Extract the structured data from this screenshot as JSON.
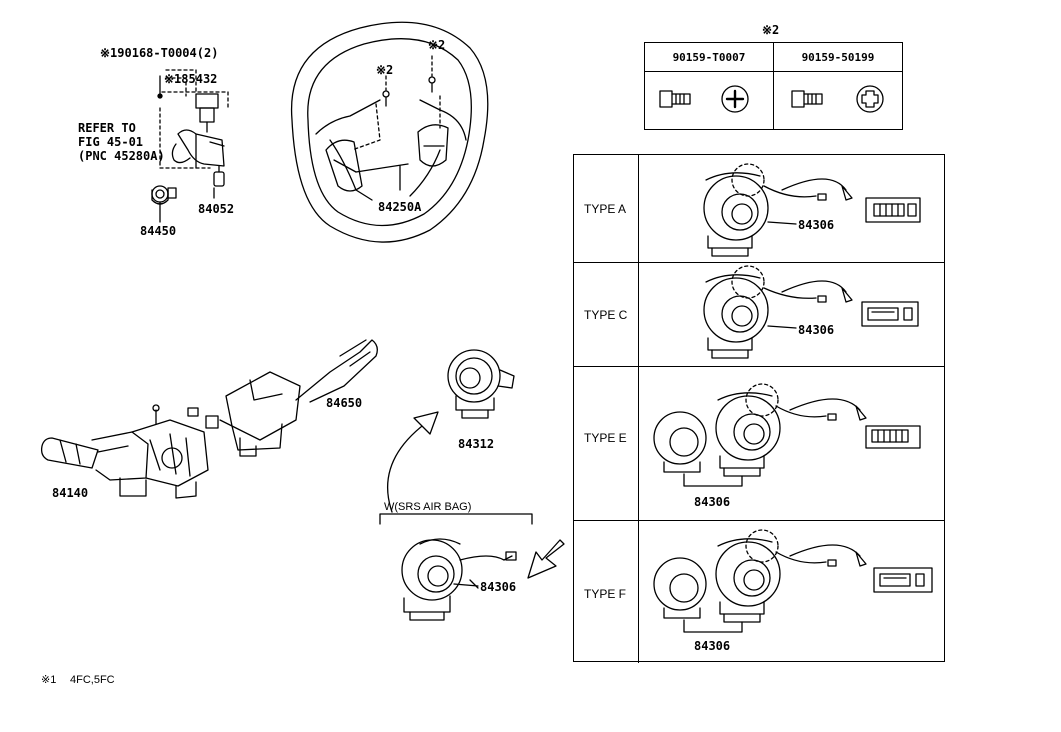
{
  "steering_column_group": {
    "key_cylinder_note": "※190168-T0004(2)",
    "lock_note": "※185432",
    "refer_line1": "REFER TO",
    "refer_line2": "FIG 45-01",
    "refer_line3": "(PNC 45280A)",
    "part_84052": "84052",
    "part_84450": "84450"
  },
  "steering_wheel_group": {
    "screw_note_left": "※2",
    "screw_note_right": "※2",
    "part_84250A": "84250A"
  },
  "screw_table": {
    "marker": "※2",
    "col1_part": "90159-T0007",
    "col2_part": "90159-50199"
  },
  "combination_switch_group": {
    "part_84650": "84650",
    "part_84140": "84140",
    "part_84312": "84312"
  },
  "srs_group": {
    "condition": "W(SRS AIR BAG)",
    "part": "84306"
  },
  "types": [
    {
      "label": "TYPE A",
      "part": "84306"
    },
    {
      "label": "TYPE C",
      "part": "84306"
    },
    {
      "label": "TYPE E",
      "part": "84306"
    },
    {
      "label": "TYPE F",
      "part": "84306"
    }
  ],
  "footnote": {
    "marker": "※1",
    "text": "4FC,5FC"
  }
}
